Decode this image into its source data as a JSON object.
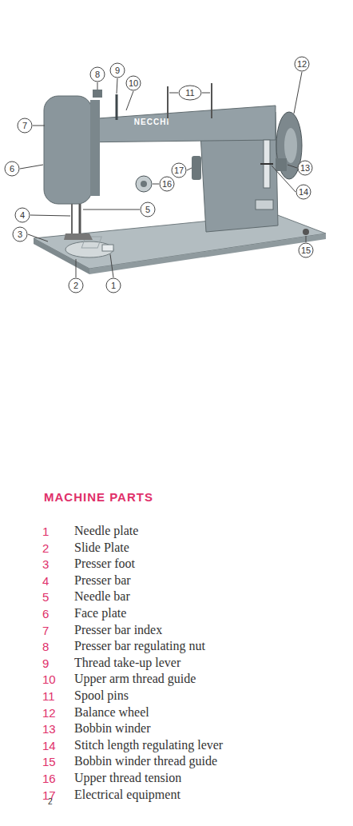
{
  "diagram": {
    "title": "MACHINE PARTS",
    "labels": [
      "1",
      "2",
      "3",
      "4",
      "5",
      "6",
      "7",
      "8",
      "9",
      "10",
      "11",
      "12",
      "13",
      "14",
      "15",
      "16",
      "17",
      "NECCHI",
      "1",
      "Needle plate",
      "2",
      "Slide Plate",
      "3",
      "Presser foot",
      "4",
      "Presser bar",
      "5",
      "Needle bar",
      "6",
      "Face plate",
      "7",
      "Presser bar index",
      "8",
      "Presser bar regulating nut",
      "9",
      "Thread take-up lever",
      "10",
      "Upper arm thread guide",
      "11",
      "Spool pins",
      "12",
      "Balance wheel",
      "13",
      "Bobbin winder",
      "14",
      "Stitch length regulating lever",
      "15",
      "Bobbin winder thread guide",
      "16",
      "Upper thread tension",
      "17",
      "Electrical equipment",
      "2"
    ]
  }
}
